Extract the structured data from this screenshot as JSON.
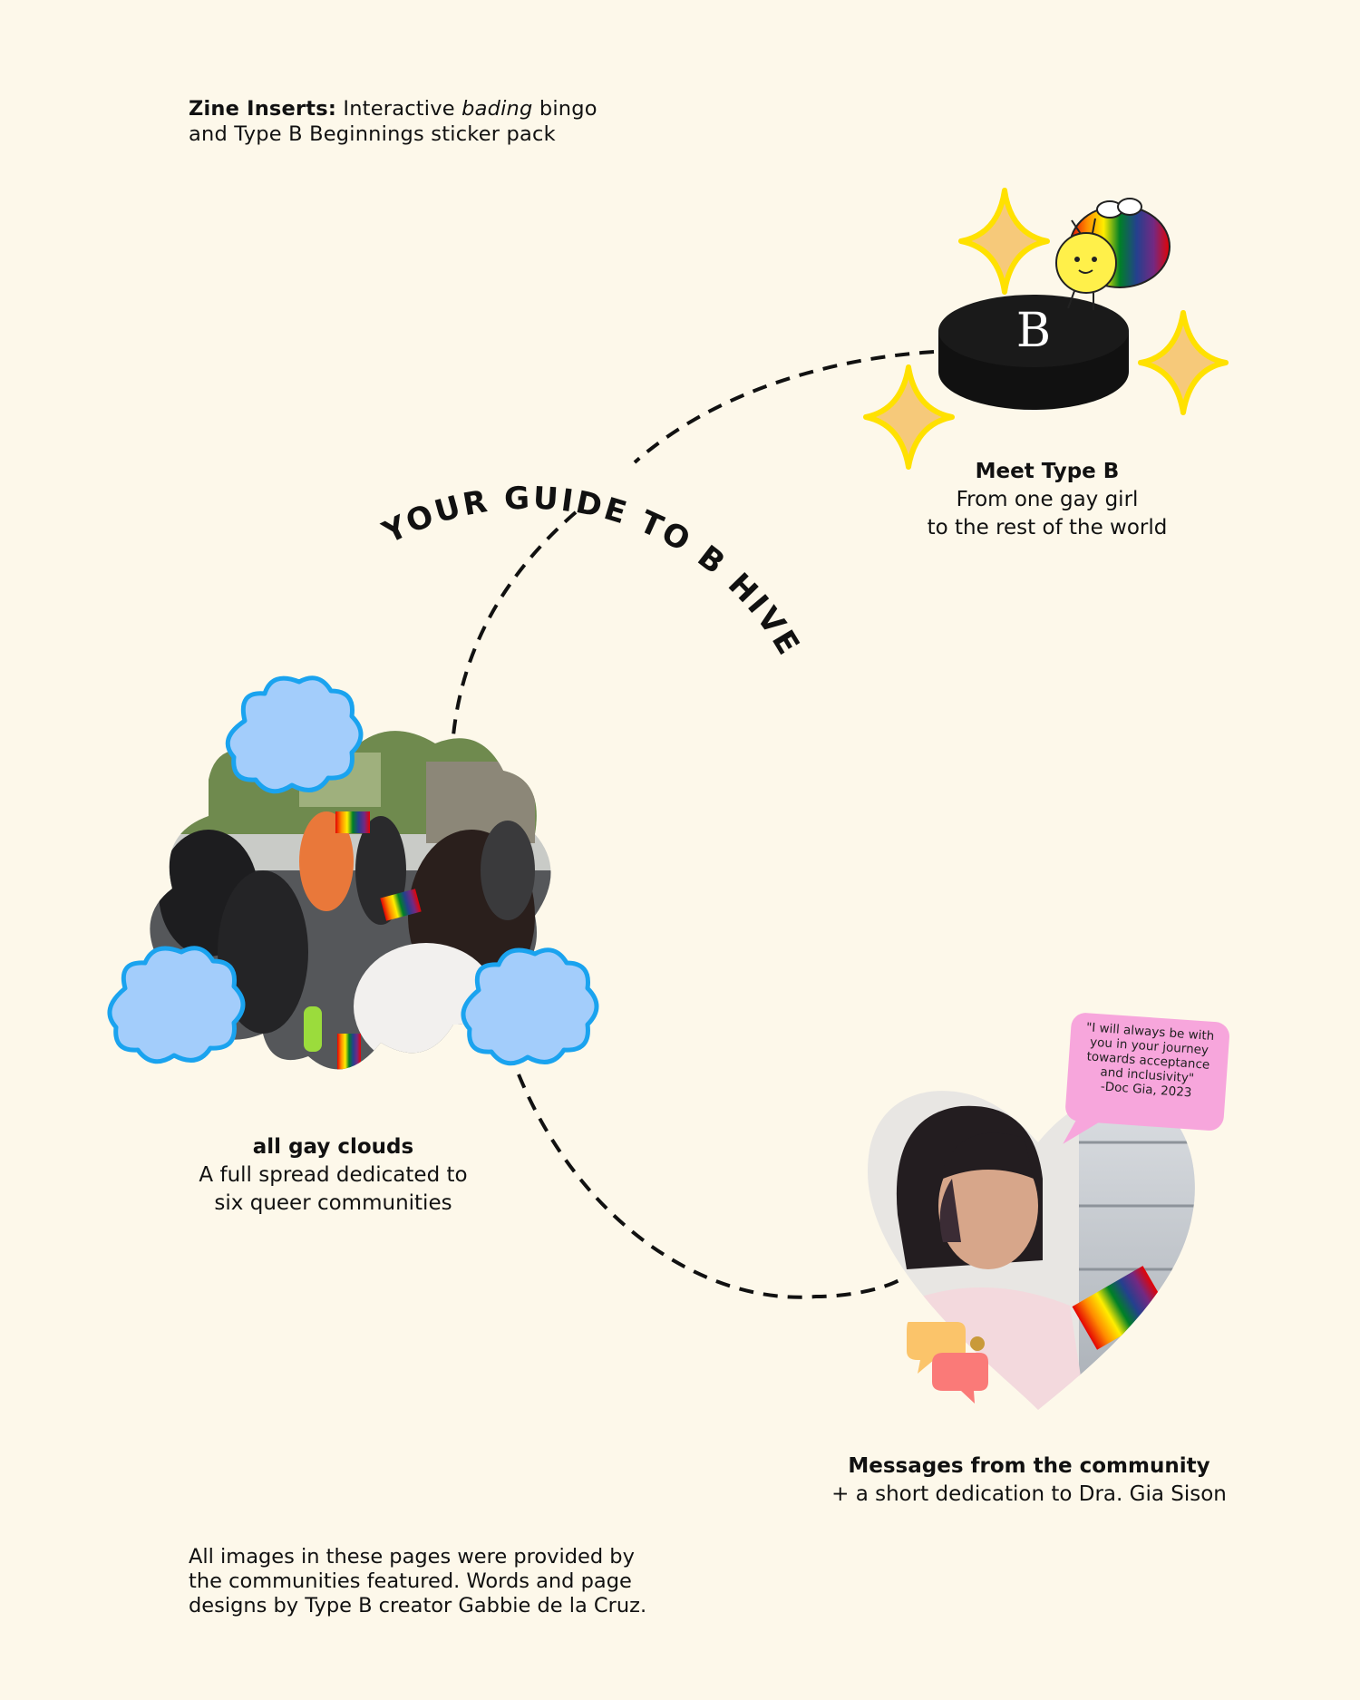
{
  "zine_inserts": {
    "label": "Zine Inserts:",
    "line1_prefix": "Interactive",
    "line1_italic": "bading",
    "line1_suffix": "bingo",
    "line2": "and Type B Beginnings sticker pack"
  },
  "arc_title": "YOUR GUIDE TO B HIVE",
  "logo": {
    "letter": "B"
  },
  "meet_type_b": {
    "title": "Meet Type B",
    "subtitle": "From one gay girl\nto the rest of the world"
  },
  "all_gay_clouds": {
    "title": "all gay clouds",
    "subtitle": "A full spread dedicated to\nsix queer communities"
  },
  "quote": {
    "text": "\"I will always be with\nyou in your journey\ntowards acceptance\nand inclusivity\"\n-Doc Gia, 2023"
  },
  "messages": {
    "title": "Messages from the community",
    "subtitle": "+ a short dedication to Dra. Gia Sison"
  },
  "credits": {
    "text": "All images in these pages were provided by\nthe communities featured. Words and page\ndesigns by Type B creator Gabbie de la Cruz."
  },
  "colors": {
    "background": "#fdf8ea",
    "sparkle_fill": "#f6c97a",
    "sparkle_stroke": "#ffe100",
    "cloud_fill": "#a3cdfb",
    "cloud_stroke": "#1aa3ef",
    "quote_bubble": "#f7a6dc",
    "chat_yellow": "#fbc46a",
    "chat_coral": "#fa7a78"
  }
}
